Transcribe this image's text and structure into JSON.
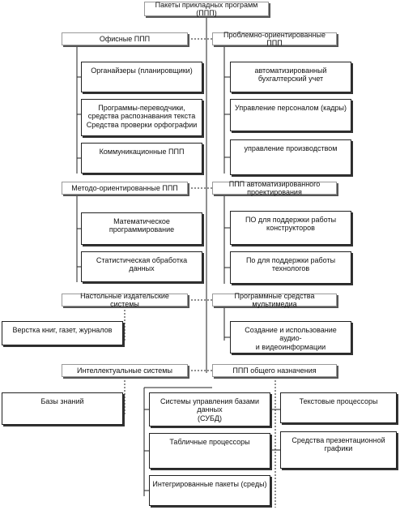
{
  "diagram": {
    "root": "Пакеты прикладных программ (ППП)",
    "left": [
      {
        "title": "Офисные ППП",
        "items": [
          "Органайзеры (планировщики)",
          "Программы-переводчики,\nсредства распознавания текста\nСредства проверки орфографии",
          "Коммуникационные ППП"
        ]
      },
      {
        "title": "Методо-ориентированные ППП",
        "items": [
          "Математическое программирование",
          "Статистическая обработка данных"
        ]
      },
      {
        "title": "Настольные издательские системы",
        "items": [
          "Верстка книг, газет, журналов"
        ]
      },
      {
        "title": "Интеллектуальные системы",
        "items": [
          "Базы знаний"
        ]
      }
    ],
    "right": [
      {
        "title": "Проблемно-ориентированные ППП",
        "items": [
          "автоматизированный бухгалтерский учет",
          "Управление персоналом (кадры)",
          "управление производством"
        ]
      },
      {
        "title": "ППП автоматизированного проектирования",
        "items": [
          "ПО для поддержки работы\nконструкторов",
          "По для поддержки работы\nтехнологов"
        ]
      },
      {
        "title": "Программные средства мультимедиа",
        "items": [
          "Создание и использование аудио-\nи видеоинформации"
        ]
      },
      {
        "title": "ППП общего назначения",
        "items": [
          "Системы управления базами данных\n(СУБД)",
          "Текстовые процессоры",
          "Табличные процессоры",
          "Средства презентационной графики",
          "Интегрированные пакеты (среды)"
        ]
      }
    ]
  }
}
